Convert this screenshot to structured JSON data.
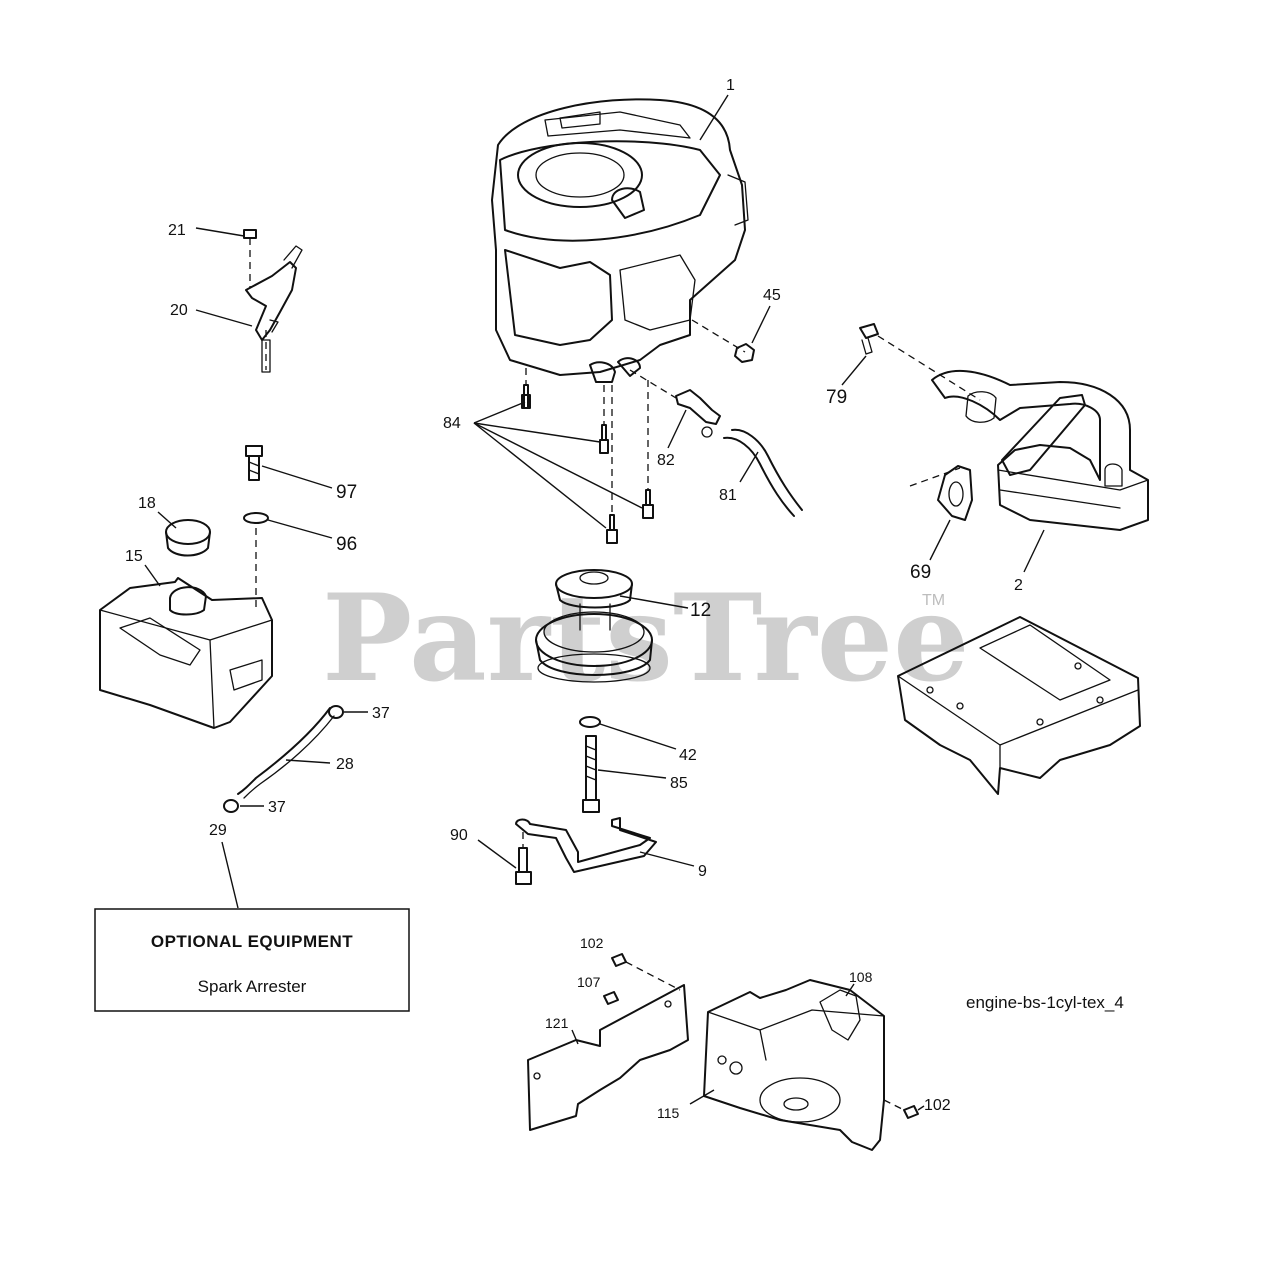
{
  "watermark": {
    "text": "PartsTree",
    "trademark": "TM"
  },
  "diagram_code": "engine-bs-1cyl-tex_4",
  "optional_box": {
    "title": "OPTIONAL EQUIPMENT",
    "subtitle": "Spark Arrester"
  },
  "callouts": {
    "p1": "1",
    "p2": "2",
    "p9": "9",
    "p12": "12",
    "p15": "15",
    "p18": "18",
    "p20": "20",
    "p21": "21",
    "p28": "28",
    "p29": "29",
    "p37a": "37",
    "p37b": "37",
    "p42": "42",
    "p45": "45",
    "p69": "69",
    "p79": "79",
    "p81": "81",
    "p82": "82",
    "p84": "84",
    "p85": "85",
    "p90": "90",
    "p96": "96",
    "p97": "97",
    "p102a": "102",
    "p102b": "102",
    "p107": "107",
    "p108": "108",
    "p115": "115",
    "p121": "121"
  }
}
